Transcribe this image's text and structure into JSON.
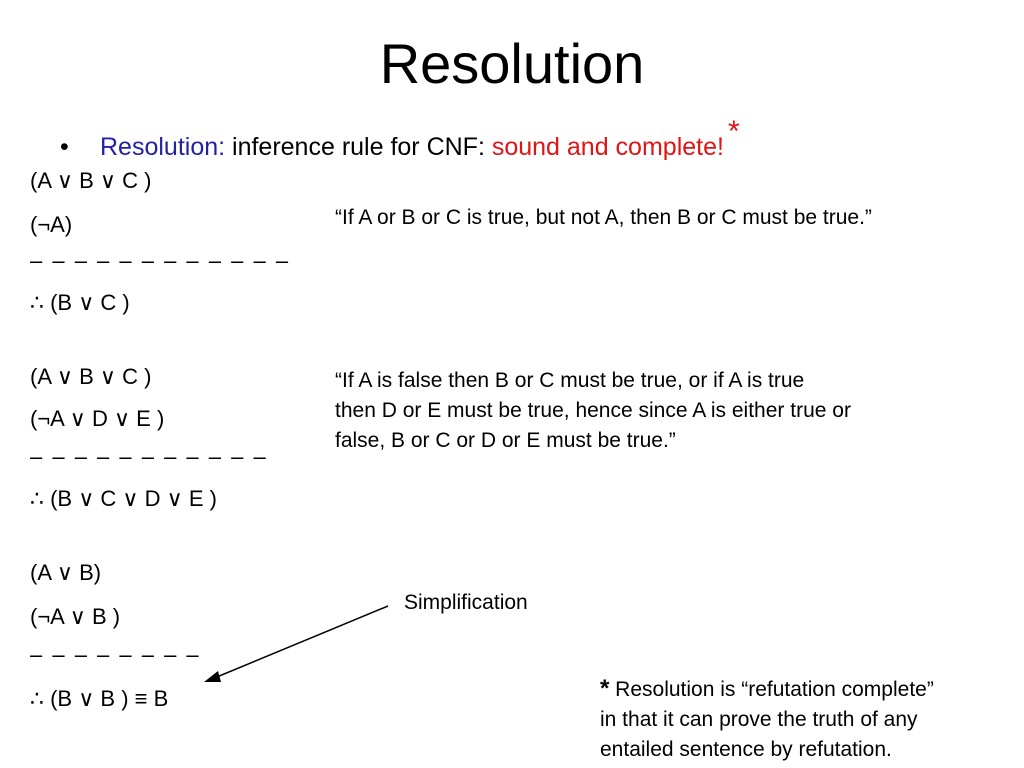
{
  "slide": {
    "title": "Resolution",
    "bullet": {
      "marker": "•",
      "term": "Resolution:",
      "text": " inference rule for CNF: ",
      "highlight": "sound and complete!",
      "star": "*"
    }
  },
  "examples": [
    {
      "lines": [
        "(A ∨ B ∨ C )",
        "(¬A)",
        "– – – – – – – – – – – –",
        "∴ (B ∨ C )"
      ],
      "quote": [
        "“If A or B or C is true, but not A, then B or C must be true.”"
      ]
    },
    {
      "lines": [
        "(A ∨ B ∨ C )",
        "(¬A ∨ D ∨ E )",
        "– – – – – – – – – – –",
        "∴ (B ∨ C  ∨ D ∨ E )"
      ],
      "quote": [
        "“If A is false then B or C must be true, or if A is true",
        "then D or E must be true, hence since A is either true or",
        "false, B or C or D or E must be true.”"
      ]
    },
    {
      "lines": [
        "(A ∨ B)",
        "(¬A ∨ B )",
        "– – – – – – – –",
        "∴ (B ∨ B ) ≡ B"
      ]
    }
  ],
  "annotation": {
    "label": "Simplification"
  },
  "footnote": {
    "star": "*",
    "lines": [
      " Resolution is “refutation complete”",
      "in that it can prove the truth of any",
      "entailed sentence by refutation."
    ]
  }
}
